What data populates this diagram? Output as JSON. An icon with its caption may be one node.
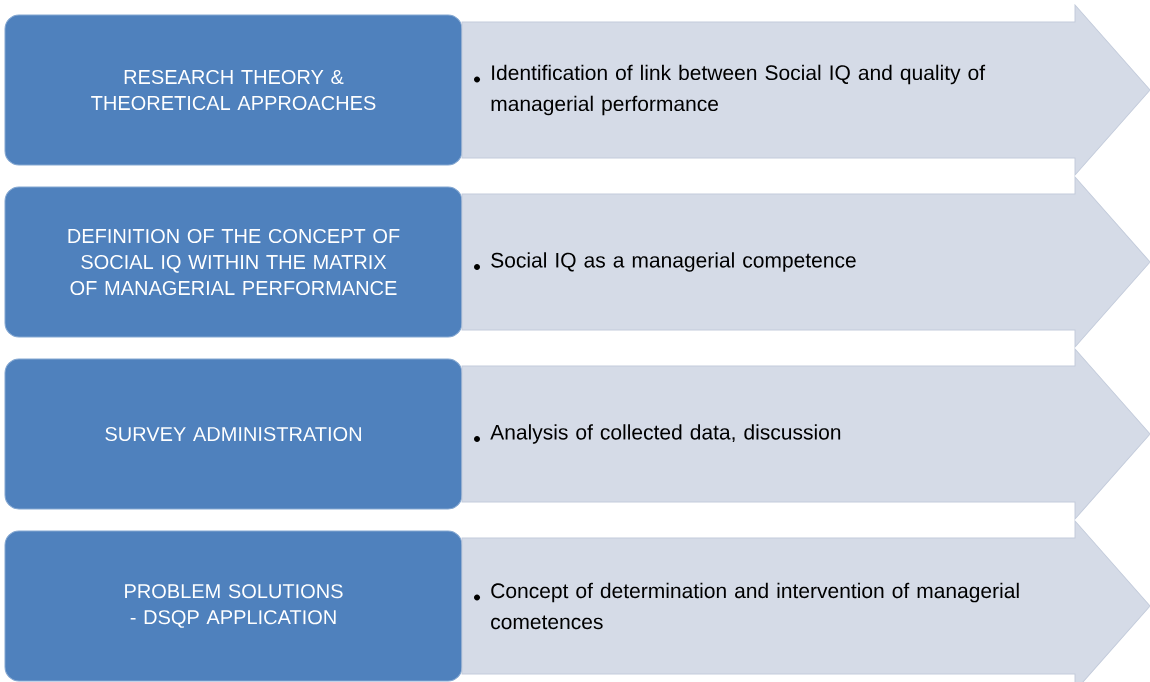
{
  "diagram": {
    "nodes": [
      {
        "text": [
          "RESEARCH THEORY & THEORETICAL APPROACHES"
        ]
      },
      {
        "text": [
          "Identification of link between Social IQ and quality of managerial performance"
        ]
      },
      {
        "text": [
          "DEFINITION OF THE CONCEPT OF SOCIAL IQ WITHIN THE MATRIX OF MANAGERIAL PERFORMANCE"
        ]
      },
      {
        "text": [
          "Social IQ as a managerial competence"
        ]
      },
      {
        "text": [
          "SURVEY ADMINISTRATION"
        ]
      },
      {
        "text": [
          "Analysis of collected data, discussion"
        ]
      },
      {
        "text": [
          "PROBLEM SOLUTIONS - DSQP APPLICATION"
        ]
      },
      {
        "text": [
          "Concept of determination and intervention of managerial cometences"
        ]
      }
    ]
  }
}
